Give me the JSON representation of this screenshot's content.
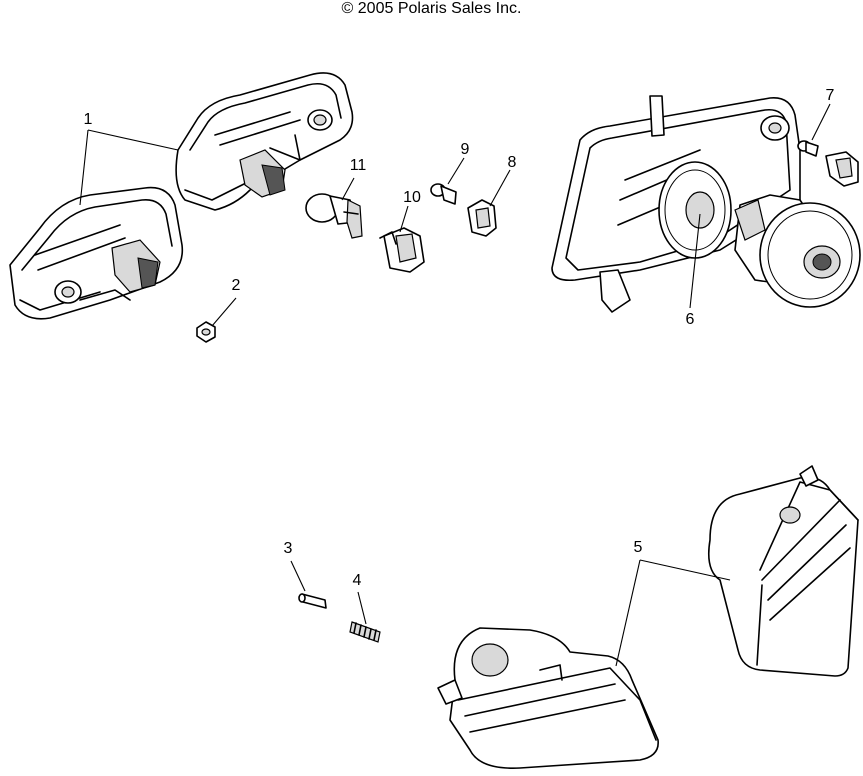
{
  "copyright": "© 2005 Polaris Sales Inc.",
  "callouts": [
    {
      "id": "1",
      "text": "1"
    },
    {
      "id": "2",
      "text": "2"
    },
    {
      "id": "3",
      "text": "3"
    },
    {
      "id": "4",
      "text": "4"
    },
    {
      "id": "5",
      "text": "5"
    },
    {
      "id": "6",
      "text": "6"
    },
    {
      "id": "7",
      "text": "7"
    },
    {
      "id": "8",
      "text": "8"
    },
    {
      "id": "9",
      "text": "9"
    },
    {
      "id": "10",
      "text": "10"
    },
    {
      "id": "11",
      "text": "11"
    }
  ]
}
